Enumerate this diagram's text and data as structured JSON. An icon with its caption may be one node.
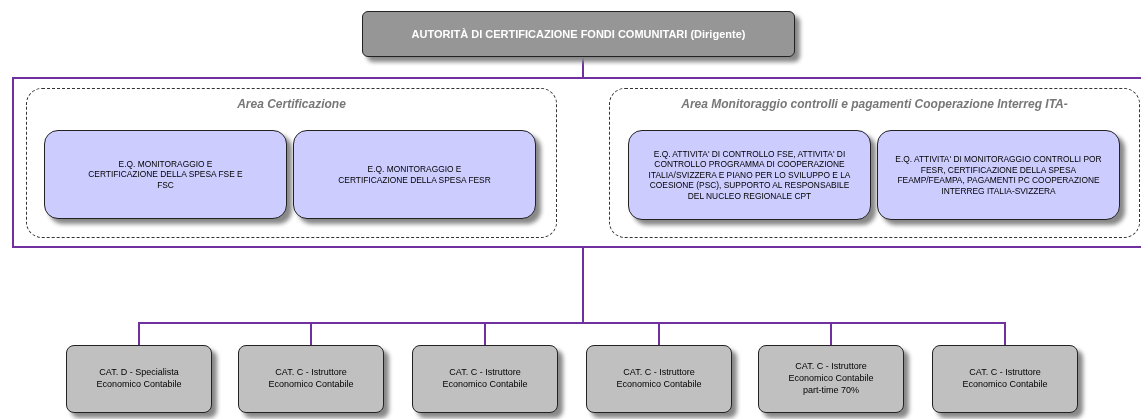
{
  "diagram": {
    "nodes": [
      {
        "text": [
          "AUTORITÀ DI CERTIFICAZIONE FONDI COMUNITARI (Dirigente)"
        ]
      },
      {
        "text": [],
        "shape": "box"
      },
      {
        "text": [
          "Area Certificazione"
        ],
        "in": 1
      },
      {
        "text": [
          "E.Q. MONITORAGGIO E CERTIFICAZIONE DELLA SPESA FSE E FSC"
        ],
        "in": 2
      },
      {
        "text": [
          "E.Q. MONITORAGGIO E CERTIFICAZIONE DELLA SPESA FESR"
        ],
        "in": 2
      },
      {
        "text": [
          "Area Monitoraggio controlli e pagamenti Cooperazione Interreg ITA-"
        ],
        "in": 1
      },
      {
        "text": [
          "E.Q. ATTIVITA' DI CONTROLLO FSE, ATTIVITA' DI CONTROLLO PROGRAMMA DI COOPERAZIONE ITALIA/SVIZZERA E PIANO PER LO SVILUPPO E LA COESIONE (PSC), SUPPORTO AL RESPONSABILE DEL NUCLEO REGIONALE CPT"
        ],
        "in": 5
      },
      {
        "text": [
          "E.Q. ATTIVITA' DI MONITORAGGIO CONTROLLI POR FESR, CERTIFICAZIONE DELLA SPESA FEAMP/FEAMPA, PAGAMENTI PC COOPERAZIONE INTERREG ITALIA-SVIZZERA"
        ],
        "in": 5
      },
      {
        "text": [
          "CAT. D - Specialista Economico Contabile"
        ]
      },
      {
        "text": [
          "CAT. C - Istruttore Economico Contabile"
        ]
      },
      {
        "text": [
          "CAT. C - Istruttore Economico Contabile"
        ]
      },
      {
        "text": [
          "CAT. C - Istruttore Economico Contabile"
        ]
      },
      {
        "text": [
          "CAT. C - Istruttore Economico Contabile part-time 70%"
        ]
      },
      {
        "text": [
          "CAT. C - Istruttore Economico Contabile"
        ]
      }
    ],
    "edges": [
      {
        "from": 0,
        "to": 1,
        "arrow": "none",
        "color": "#7030a0"
      },
      {
        "from": 1,
        "to": 8,
        "arrow": "none",
        "color": "#7030a0"
      },
      {
        "from": 1,
        "to": 9,
        "arrow": "none",
        "color": "#7030a0"
      },
      {
        "from": 1,
        "to": 10,
        "arrow": "none",
        "color": "#7030a0"
      },
      {
        "from": 1,
        "to": 11,
        "arrow": "none",
        "color": "#7030a0"
      },
      {
        "from": 1,
        "to": 12,
        "arrow": "none",
        "color": "#7030a0"
      },
      {
        "from": 1,
        "to": 13,
        "arrow": "none",
        "color": "#7030a0"
      }
    ]
  }
}
